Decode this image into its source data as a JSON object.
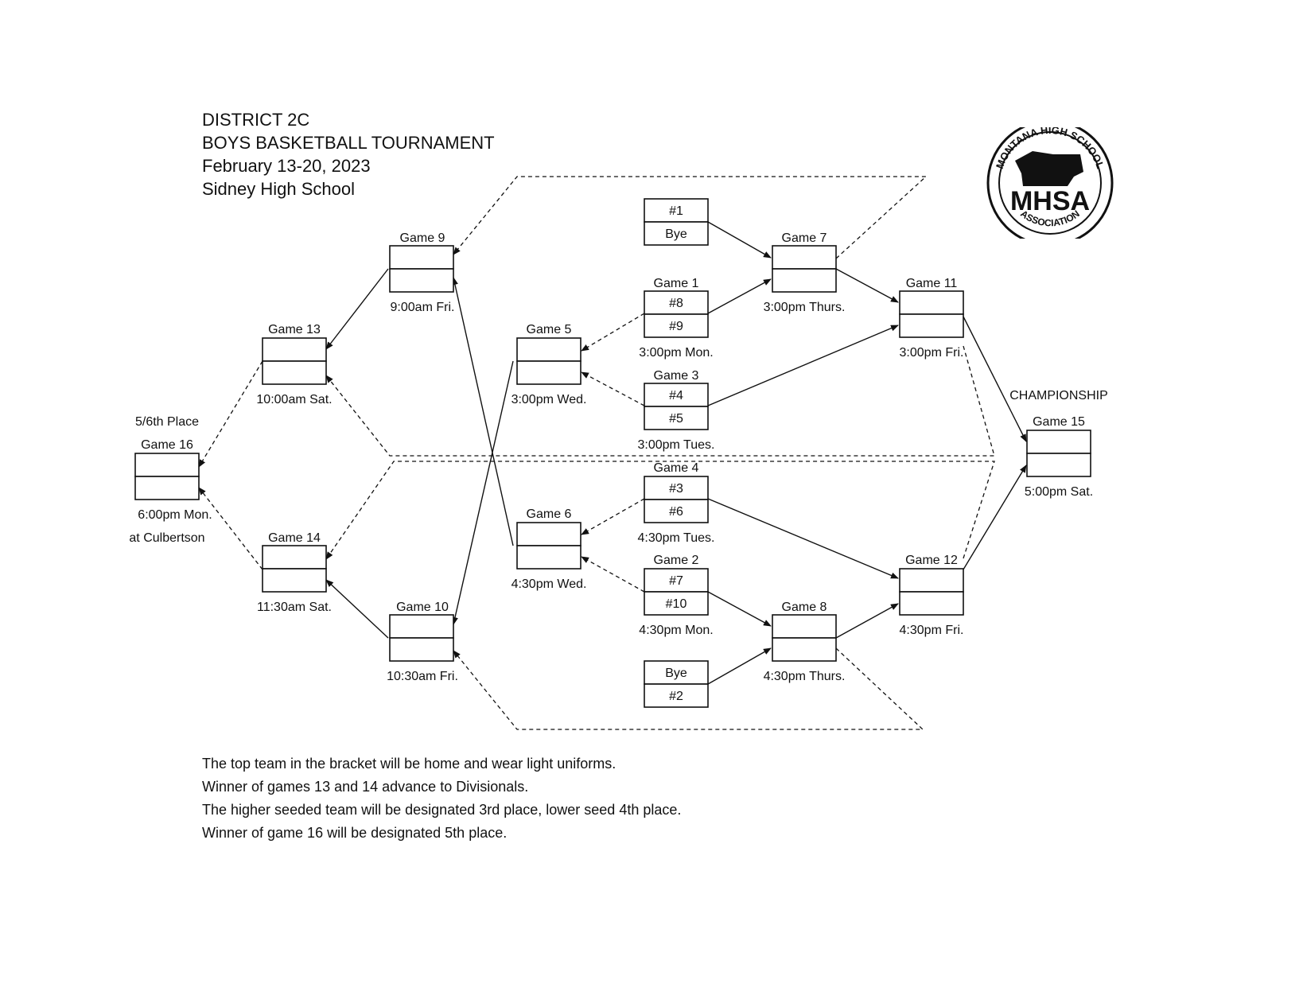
{
  "header": {
    "line1": "DISTRICT 2C",
    "line2": "BOYS BASKETBALL TOURNAMENT",
    "line3": "February 13-20, 2023",
    "line4": "Sidney High School"
  },
  "logo": {
    "arc_top": "MONTANA HIGH SCHOOL",
    "center": "MHSA",
    "arc_bottom": "ASSOCIATION"
  },
  "games": {
    "g1": {
      "title": "Game 1",
      "top": "#8",
      "bottom": "#9",
      "time": "3:00pm Mon."
    },
    "g2": {
      "title": "Game 2",
      "top": "#7",
      "bottom": "#10",
      "time": "4:30pm Mon."
    },
    "g3": {
      "title": "Game 3",
      "top": "#4",
      "bottom": "#5",
      "time": "3:00pm Tues."
    },
    "g4": {
      "title": "Game 4",
      "top": "#3",
      "bottom": "#6",
      "time": "4:30pm Tues."
    },
    "g5": {
      "title": "Game 5",
      "top": "",
      "bottom": "",
      "time": "3:00pm Wed."
    },
    "g6": {
      "title": "Game 6",
      "top": "",
      "bottom": "",
      "time": "4:30pm Wed."
    },
    "g7": {
      "title": "Game 7",
      "top": "",
      "bottom": "",
      "time": "3:00pm Thurs."
    },
    "g8": {
      "title": "Game 8",
      "top": "",
      "bottom": "",
      "time": "4:30pm Thurs."
    },
    "g9": {
      "title": "Game 9",
      "top": "",
      "bottom": "",
      "time": "9:00am Fri."
    },
    "g10": {
      "title": "Game 10",
      "top": "",
      "bottom": "",
      "time": "10:30am Fri."
    },
    "g11": {
      "title": "Game 11",
      "top": "",
      "bottom": "",
      "time": "3:00pm Fri."
    },
    "g12": {
      "title": "Game 12",
      "top": "",
      "bottom": "",
      "time": "4:30pm Fri."
    },
    "g13": {
      "title": "Game 13",
      "top": "",
      "bottom": "",
      "time": "10:00am Sat."
    },
    "g14": {
      "title": "Game 14",
      "top": "",
      "bottom": "",
      "time": "11:30am Sat."
    },
    "g15": {
      "title": "Game 15",
      "top": "",
      "bottom": "",
      "time": "5:00pm Sat.",
      "label": "CHAMPIONSHIP"
    },
    "g16": {
      "title": "Game 16",
      "top": "",
      "bottom": "",
      "time": "6:00pm Mon.",
      "label": "5/6th Place",
      "location": "at Culbertson"
    },
    "bye1": {
      "top": "#1",
      "bottom": "Bye"
    },
    "bye2": {
      "top": "Bye",
      "bottom": "#2"
    }
  },
  "notes": [
    "The top team in the bracket will be home and wear light uniforms.",
    "Winner of games 13 and 14 advance to Divisionals.",
    "The higher seeded team will be designated 3rd place, lower seed 4th place.",
    "Winner of game 16 will be designated 5th place."
  ]
}
